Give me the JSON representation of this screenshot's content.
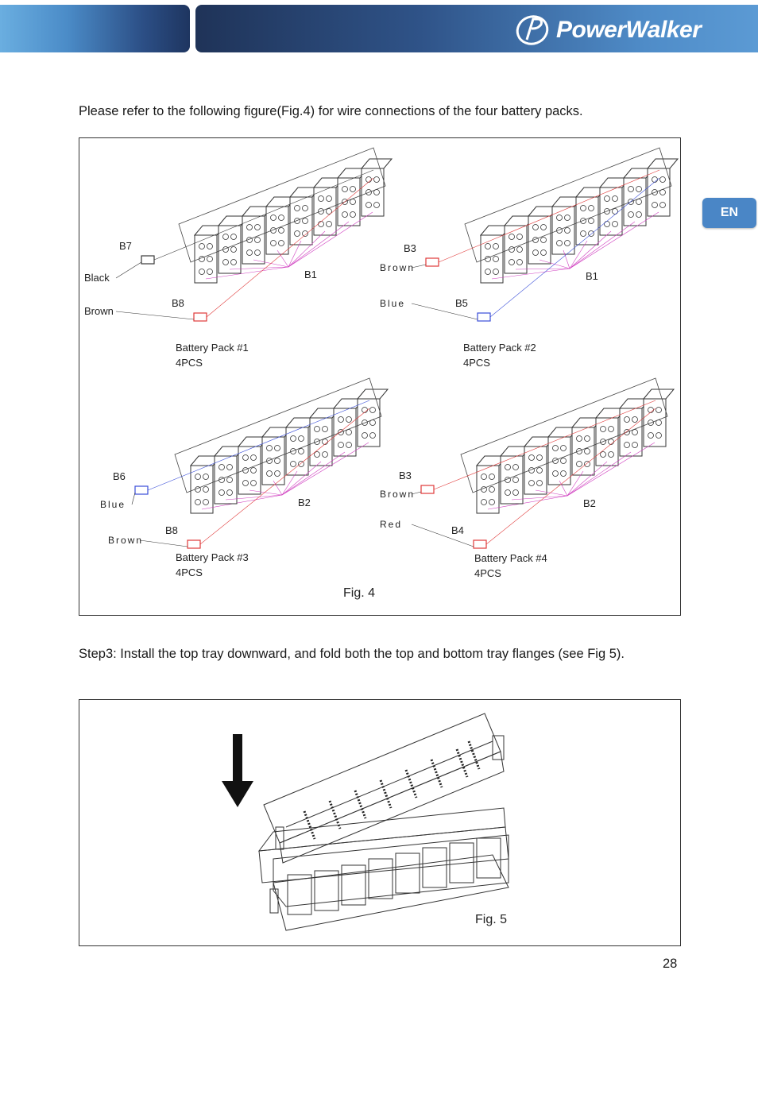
{
  "header": {
    "brand": "PowerWalker",
    "language_tab": "EN"
  },
  "intro_text": "Please refer to the following figure(Fig.4) for wire connections of the four battery packs.",
  "figure4": {
    "caption": "Fig. 4",
    "packs": [
      {
        "title": "Battery Pack #1",
        "count": "4PCS",
        "connectors": [
          {
            "label": "B7",
            "wire": "Black",
            "color": "#3a3a3a"
          },
          {
            "label": "B8",
            "wire": "Brown",
            "color": "#e03a3a"
          }
        ],
        "terminal": "B1"
      },
      {
        "title": "Battery Pack #2",
        "count": "4PCS",
        "connectors": [
          {
            "label": "B3",
            "wire": "Brown",
            "color": "#e03a3a"
          },
          {
            "label": "B5",
            "wire": "Blue",
            "color": "#3a4ed8"
          }
        ],
        "terminal": "B1"
      },
      {
        "title": "Battery Pack #3",
        "count": "4PCS",
        "connectors": [
          {
            "label": "B6",
            "wire": "Blue",
            "color": "#3a4ed8"
          },
          {
            "label": "B8",
            "wire": "Brown",
            "color": "#e03a3a"
          }
        ],
        "terminal": "B2"
      },
      {
        "title": "Battery Pack #4",
        "count": "4PCS",
        "connectors": [
          {
            "label": "B3",
            "wire": "Brown",
            "color": "#e03a3a"
          },
          {
            "label": "B4",
            "wire": "Red",
            "color": "#e03a3a"
          }
        ],
        "terminal": "B2"
      }
    ]
  },
  "step3_text": "Step3: Install the top tray downward, and fold both the top and bottom tray flanges (see Fig 5).",
  "figure5": {
    "caption": "Fig. 5"
  },
  "page_number": "28"
}
